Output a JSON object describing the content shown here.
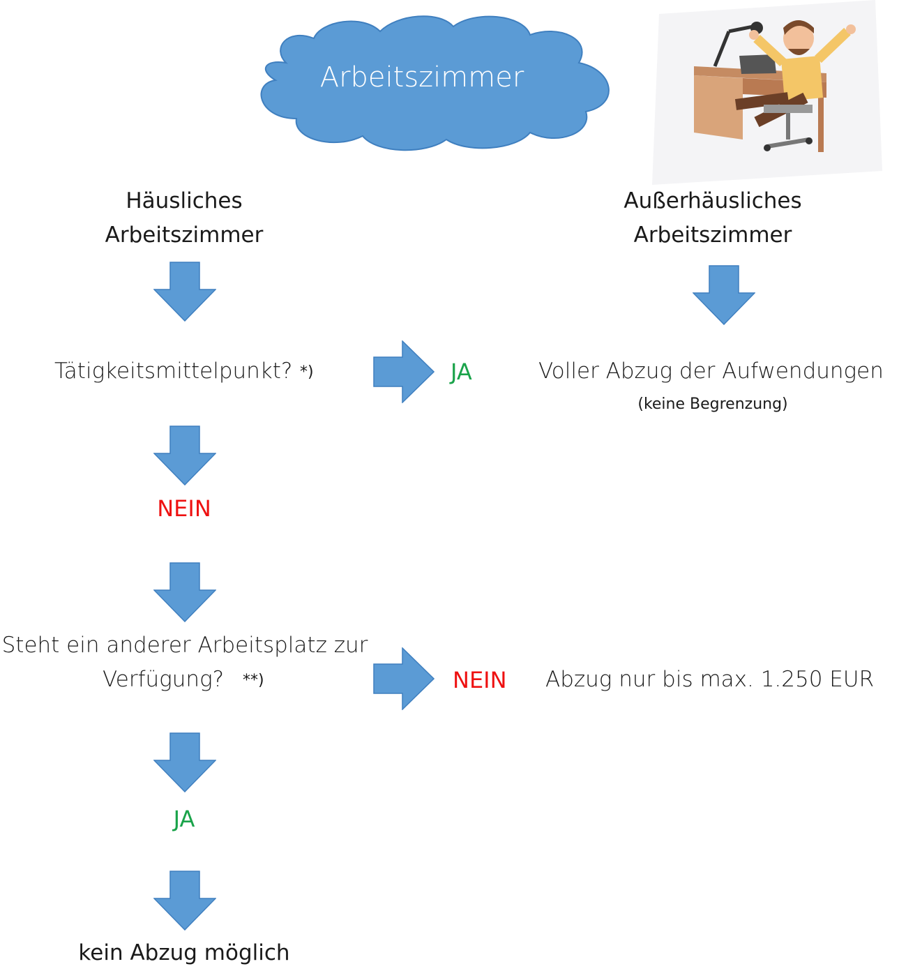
{
  "cloud": {
    "title": "Arbeitszimmer"
  },
  "illustration": {
    "icon": "man-at-desk-illustration"
  },
  "left": {
    "heading_line1": "Häusliches",
    "heading_line2": "Arbeitszimmer",
    "q1": "Tätigkeitsmittelpunkt?",
    "q1_note": "*)",
    "nein1": "NEIN",
    "q2_line1": "Steht ein anderer Arbeitsplatz zur",
    "q2_line2": "Verfügung?",
    "q2_note": "**)",
    "ja2": "JA",
    "result": "kein Abzug möglich"
  },
  "middle": {
    "ja1": "JA",
    "nein2": "NEIN"
  },
  "right": {
    "heading_line1": "Außerhäusliches",
    "heading_line2": "Arbeitszimmer",
    "result1": "Voller Abzug der Aufwendungen",
    "result1_note": "(keine Begrenzung)",
    "result2": "Abzug nur bis max. 1.250 EUR"
  },
  "colors": {
    "arrow": "#5b9bd5",
    "arrow_border": "#3f7fbf",
    "cloud": "#5b9bd5",
    "ja": "#1aa34a",
    "nein": "#ee1111"
  }
}
